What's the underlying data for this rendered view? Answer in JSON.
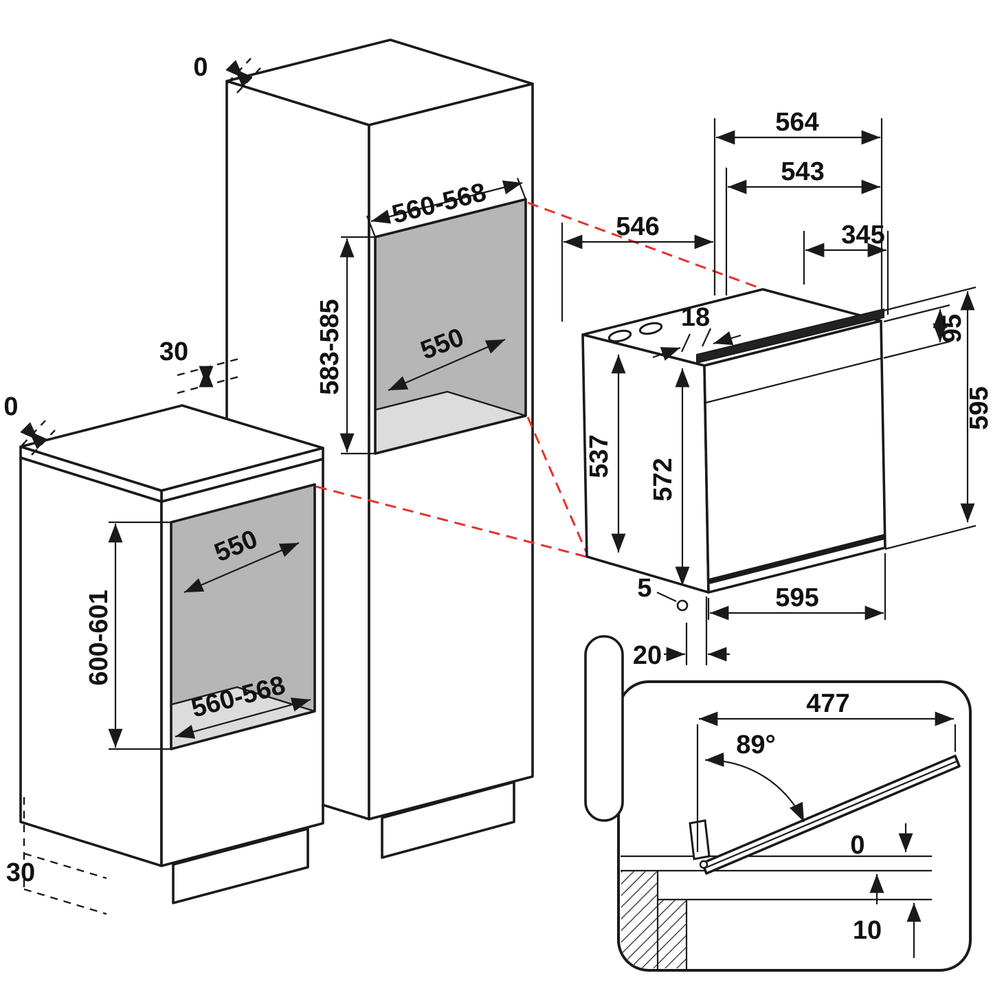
{
  "diagram": {
    "title": "Built-in oven installation dimensions",
    "units": "mm",
    "colors": {
      "line": "#1a1a1a",
      "projection": "#e8312a",
      "niche_back": "#b6b6b6",
      "niche_floor": "#dcdcdc"
    },
    "tall_cabinet": {
      "top_gap": "0",
      "niche_width": "560-568",
      "niche_height": "583-585",
      "niche_depth": "550",
      "setback": "30"
    },
    "base_cabinet": {
      "top_gap": "0",
      "niche_depth": "550",
      "niche_height": "600-601",
      "niche_width": "560-568",
      "plinth_setback": "30"
    },
    "oven": {
      "depth_with_door": "564",
      "depth_body": "543",
      "depth_rear": "546",
      "depth_front_section": "345",
      "top_frame": "18",
      "panel_height": "95",
      "rear_height": "537",
      "front_height": "572",
      "overall_height": "595",
      "overall_width": "595",
      "foot_adjust": "5",
      "bottom_clearance": "20"
    },
    "door_detail": {
      "door_length": "477",
      "opening_angle": "89°",
      "flush_gap": "0",
      "bottom_gap": "10"
    }
  }
}
